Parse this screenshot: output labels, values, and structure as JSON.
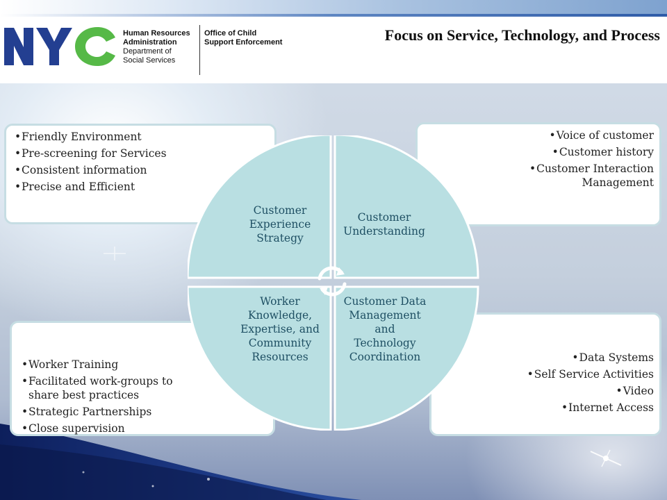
{
  "header": {
    "agency_left_bold": [
      "Human Resources",
      "Administration"
    ],
    "agency_left_normal": [
      "Department of",
      "Social Services"
    ],
    "agency_right_bold": [
      "Office of Child",
      "Support Enforcement"
    ],
    "title": "Focus on Service, Technology, and Process",
    "logo_text": "NYC",
    "colors": {
      "logo_blue": "#233f91",
      "logo_green": "#56b947"
    }
  },
  "diagram": {
    "quadrants": [
      {
        "id": "tl",
        "lines": [
          "Customer",
          "Experience",
          "Strategy"
        ]
      },
      {
        "id": "tr",
        "lines": [
          "Customer",
          "Understanding"
        ]
      },
      {
        "id": "bl",
        "lines": [
          "Worker",
          "Knowledge,",
          "Expertise, and",
          "Community",
          "Resources"
        ]
      },
      {
        "id": "br",
        "lines": [
          "Customer Data",
          "Management",
          "and",
          "Technology",
          "Coordination"
        ]
      }
    ],
    "center_icon": "cycle-arrows-icon",
    "colors": {
      "fill": "#b9dfe2",
      "stroke": "#ffffff",
      "text": "#1e4f63"
    }
  },
  "boxes": {
    "tl": [
      " Friendly Environment",
      "Pre-screening for Services",
      "Consistent information",
      "Precise and Efficient"
    ],
    "tr": [
      "Voice of customer",
      "Customer history",
      "Customer Interaction Management"
    ],
    "bl": [
      "Worker Training",
      "Facilitated work-groups to share best practices",
      "Strategic Partnerships",
      "Close supervision"
    ],
    "br": [
      "Data Systems",
      "Self Service Activities",
      "Video",
      "Internet Access"
    ]
  }
}
